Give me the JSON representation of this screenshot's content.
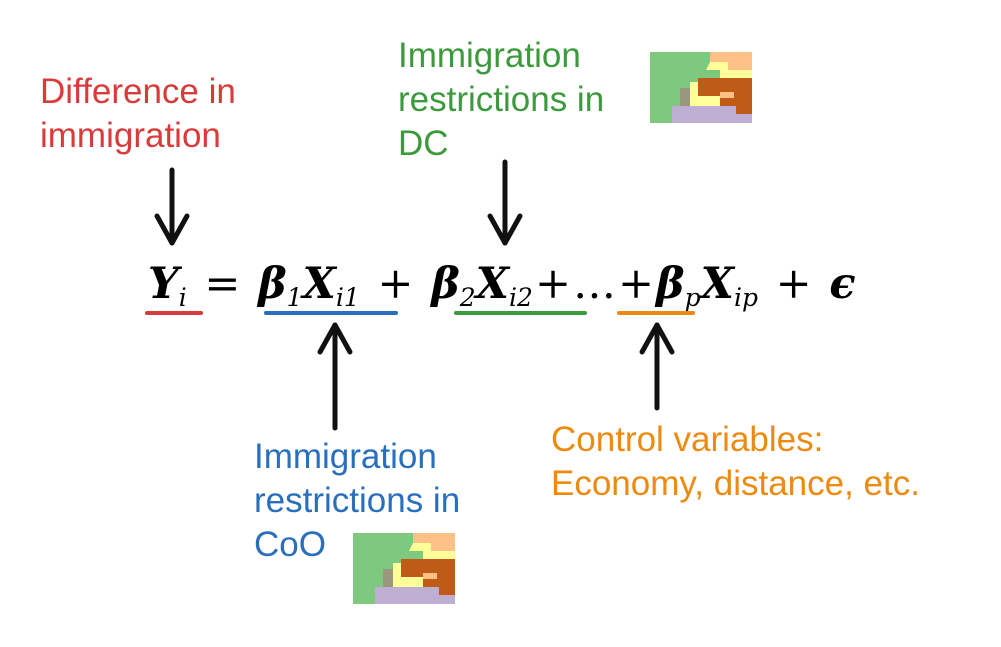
{
  "colors": {
    "difference": "#d93a3a",
    "dc": "#3c9a3c",
    "coo": "#2a6fbd",
    "control": "#ee8a10",
    "arrow": "#111111"
  },
  "labels": {
    "difference": {
      "line1": "Difference in",
      "line2": "immigration"
    },
    "dc": {
      "line1": "Immigration",
      "line2": "restrictions in",
      "line3": "DC"
    },
    "coo": {
      "line1": "Immigration",
      "line2": "restrictions in",
      "line3": "CoO"
    },
    "control": {
      "line1": "Control variables:",
      "line2": "Economy, distance, etc."
    }
  },
  "equation": {
    "y": "Y",
    "y_sub": "i",
    "eq": "=",
    "b1": "β",
    "b1_sub": "1",
    "x1": "X",
    "x1_sub": "i1",
    "plus1": "+",
    "b2": "β",
    "b2_sub": "2",
    "x2": "X",
    "x2_sub": "i2",
    "plus2": "+",
    "dots": "…",
    "plus3": "+",
    "bp": "β",
    "bp_sub": "p",
    "xp": "X",
    "xp_sub": "ip",
    "plus4": "+",
    "eps": "ϵ"
  },
  "thumbnails": [
    "map-thumbnail-icon",
    "map-thumbnail-icon"
  ]
}
